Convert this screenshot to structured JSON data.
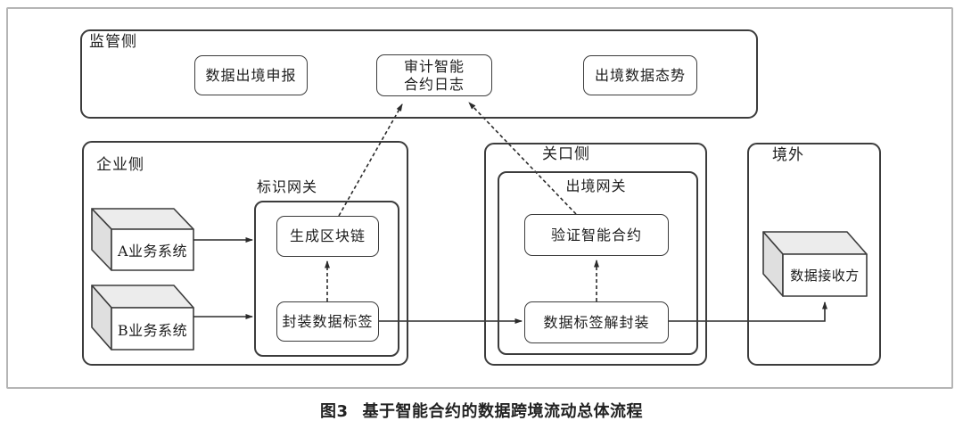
{
  "caption": {
    "figure_no": "图3",
    "title": "基于智能合约的数据跨境流动总体流程"
  },
  "regions": {
    "supervision": {
      "label": "监管侧"
    },
    "enterprise": {
      "label": "企业侧"
    },
    "checkpoint": {
      "label": "关口侧"
    },
    "overseas": {
      "label": "境外"
    }
  },
  "nodes": {
    "declare": "数据出境申报",
    "audit_line1": "审计智能",
    "audit_line2": "合约日志",
    "posture": "出境数据态势",
    "id_gateway": "标识网关",
    "generate_chain": "生成区块链",
    "pack_tags": "封装数据标签",
    "exit_gateway": "出境网关",
    "verify_contract": "验证智能合约",
    "unpack_tags": "数据标签解封装",
    "system_a": "A业务系统",
    "system_b": "B业务系统",
    "receiver": "数据接收方"
  },
  "colors": {
    "line": "#2b2b2b",
    "border": "#3c3c3c",
    "frame": "#b5b5b5",
    "face-top": "#ececec",
    "face-side": "#dfdfdf",
    "text": "#1d1d1d"
  }
}
